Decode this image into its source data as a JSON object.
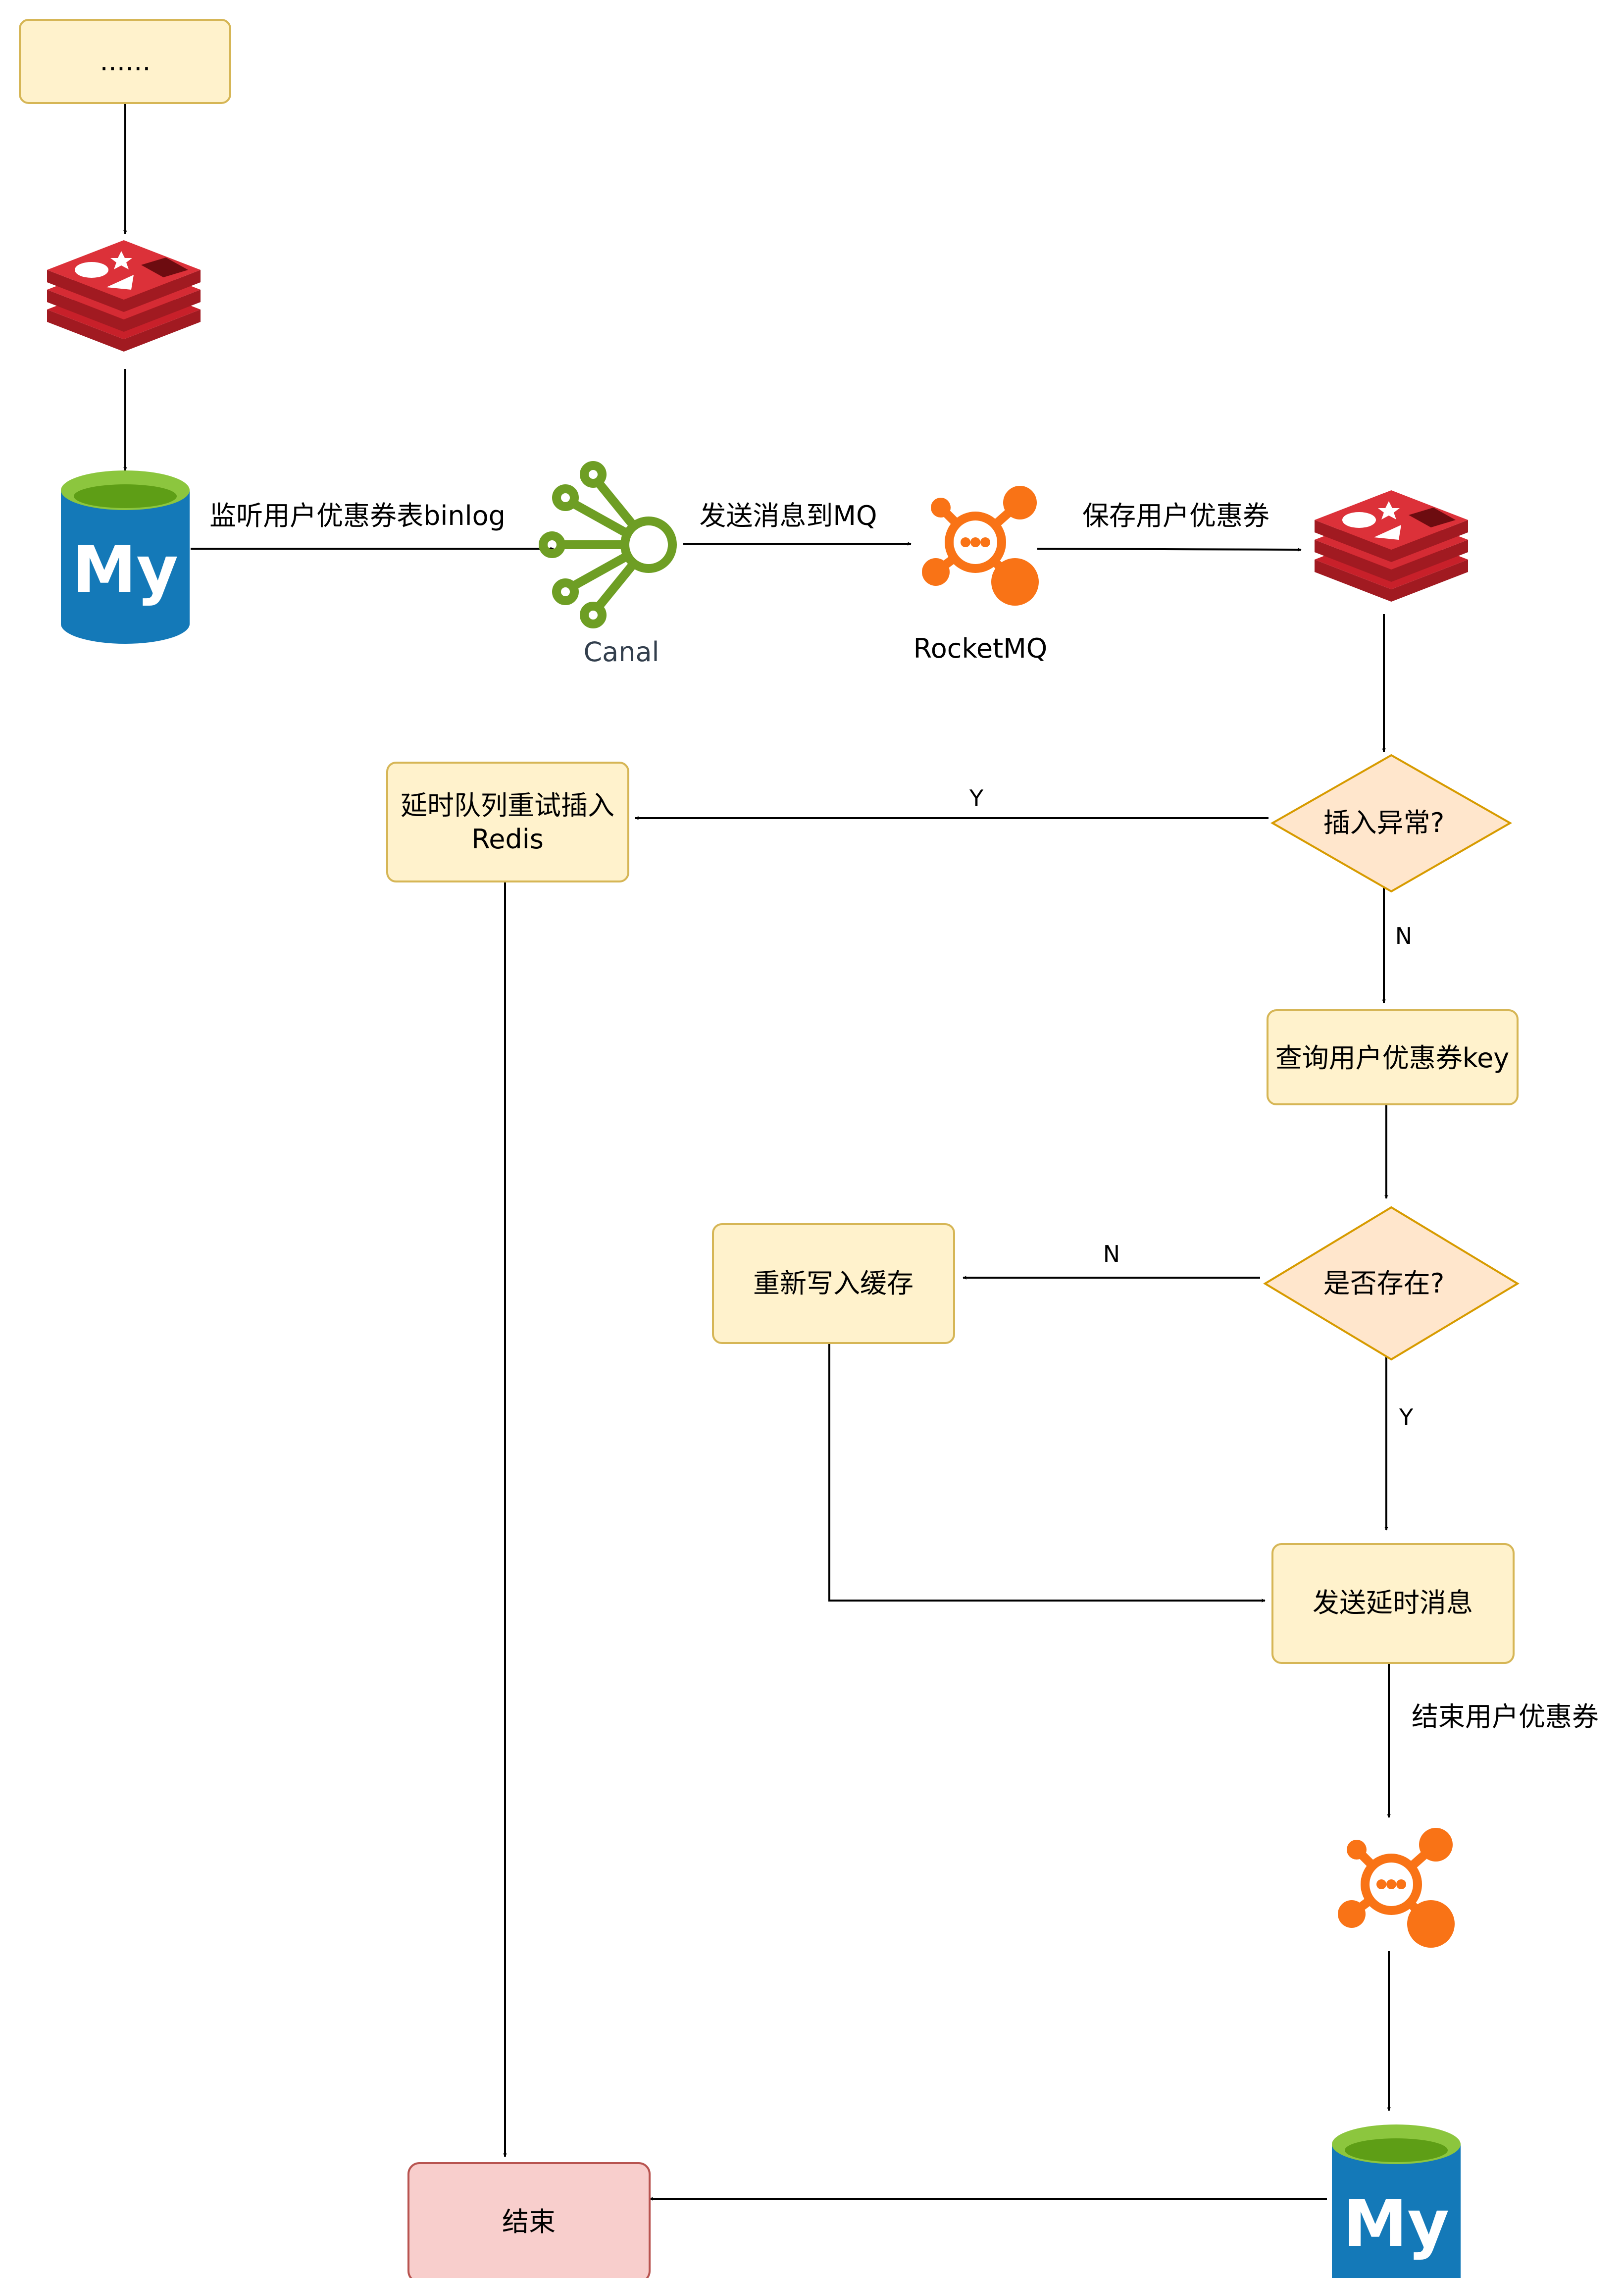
{
  "nodes": {
    "start": "......",
    "canal": "Canal",
    "rocketmq": "RocketMQ",
    "retry": [
      "延时队列重试插入",
      "Redis"
    ],
    "insert_error": "插入异常?",
    "query_key": "查询用户优惠券key",
    "exists": "是否存在?",
    "rewrite": "重新写入缓存",
    "send_delay": "发送延时消息",
    "end": "结束"
  },
  "edges": {
    "listen_binlog": "监听用户优惠券表binlog",
    "send_to_mq": "发送消息到MQ",
    "save_coupon": "保存用户优惠券",
    "end_coupon": "结束用户优惠券",
    "y1": "Y",
    "n1": "N",
    "n2": "N",
    "y2": "Y"
  },
  "icons": {
    "redis": "redis-icon",
    "mysql": "mysql-icon",
    "canal": "canal-icon",
    "rocketmq": "rocketmq-icon"
  },
  "colors": {
    "process_fill": "#fff2cc",
    "process_stroke": "#d6b656",
    "decision_fill": "#ffe6cc",
    "decision_stroke": "#d79b00",
    "end_fill": "#f8cecc",
    "end_stroke": "#b85450",
    "redis": "#c8202a",
    "mysql": "#1479b8",
    "mysql_top": "#8cc63e",
    "canal": "#6e9e24",
    "rocketmq": "#f97316"
  }
}
